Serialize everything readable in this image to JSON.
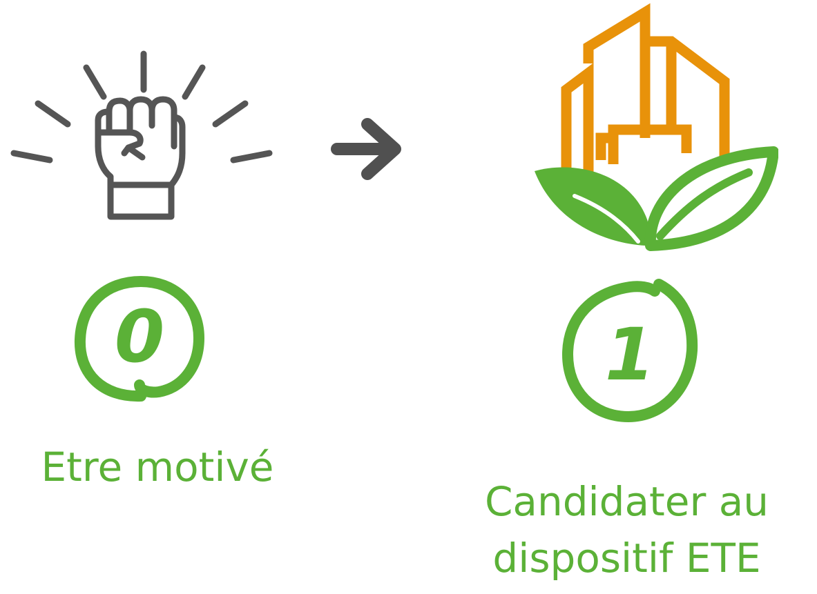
{
  "colors": {
    "green": "#5bb137",
    "orange": "#e8920a",
    "gray": "#555555",
    "dark_gray": "#505050"
  },
  "icons": {
    "step0": "raised-fist-icon",
    "arrow": "right-arrow-icon",
    "step1": "eco-building-leaves-icon"
  },
  "steps": [
    {
      "number": "0",
      "label": "Etre motivé"
    },
    {
      "number": "1",
      "label_line1": "Candidater au",
      "label_line2": "dispositif ETE"
    }
  ]
}
